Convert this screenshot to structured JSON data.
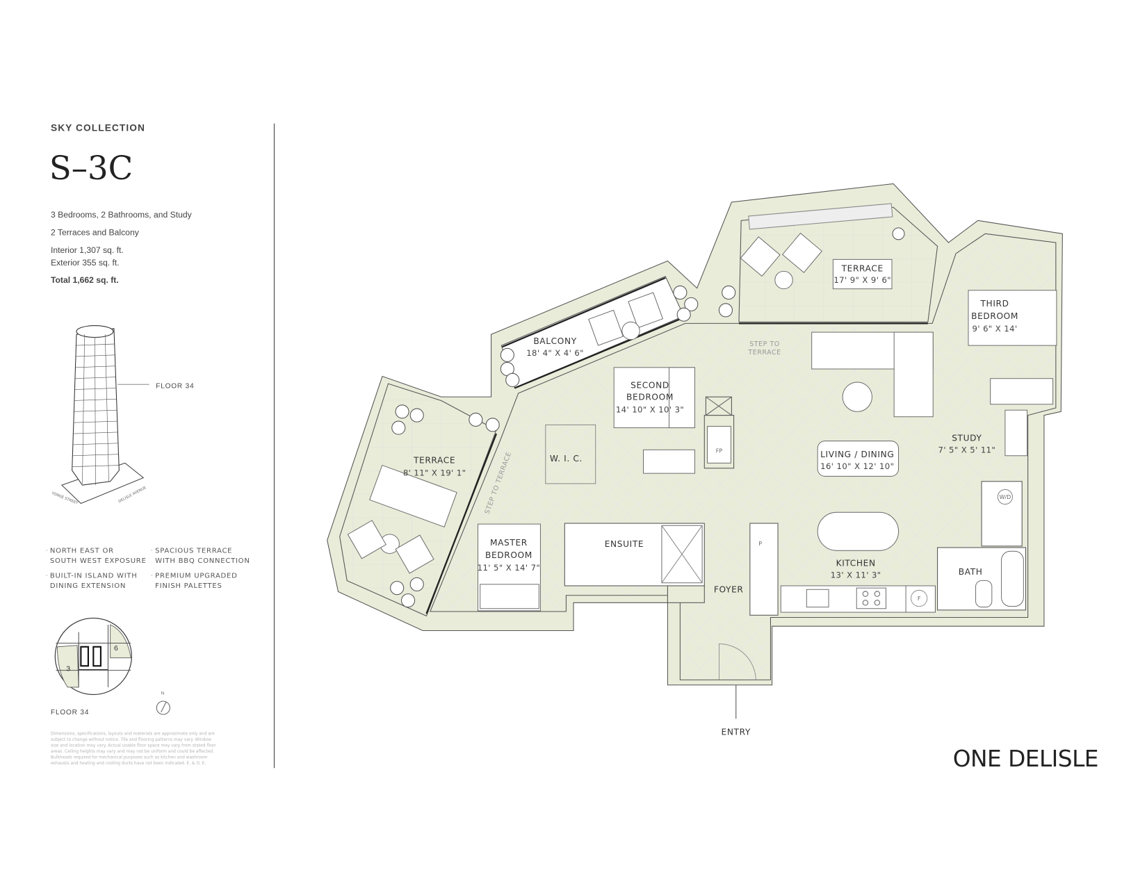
{
  "header": {
    "collection": "SKY COLLECTION",
    "suite": "S–3C"
  },
  "specs": {
    "rooms": "3 Bedrooms, 2 Bathrooms, and Study",
    "outdoor": "2 Terraces and Balcony",
    "interior": "Interior  1,307 sq. ft.",
    "exterior": "Exterior  355 sq. ft.",
    "total": "Total  1,662 sq. ft."
  },
  "building": {
    "floor_callout": "FLOOR 34",
    "street_1": "YONGE STREET",
    "street_2": "DELISLE AVENUE"
  },
  "features": [
    {
      "line1": "NORTH EAST OR",
      "line2": "SOUTH WEST EXPOSURE"
    },
    {
      "line1": "SPACIOUS TERRACE",
      "line2": "WITH BBQ CONNECTION"
    },
    {
      "line1": "BUILT-IN ISLAND WITH",
      "line2": "DINING EXTENSION"
    },
    {
      "line1": "PREMIUM UPGRADED",
      "line2": "FINISH PALETTES"
    }
  ],
  "keyplan": {
    "unit_a": "3",
    "unit_b": "6",
    "floor_label": "FLOOR 34",
    "north": "N"
  },
  "disclaimer": [
    "Dimensions, specifications, layouts and materials are approximate only and are",
    "subject to change without notice. Tile and flooring patterns may vary. Window",
    "size and location may vary. Actual usable floor space may vary from stated floor",
    "areas. Ceiling heights may vary and may not be uniform and could be affected.",
    "Bulkheads required for mechanical purposes such as kitchen and washroom",
    "exhausts and heating and cooling ducts have not been indicated. E. & O. E."
  ],
  "plan": {
    "balcony": {
      "name": "BALCONY",
      "dims": "18' 4\" X 4' 6\""
    },
    "terrace_north": {
      "name": "TERRACE",
      "dims": "17' 9\" X 9' 6\""
    },
    "third_bedroom": {
      "name1": "THIRD",
      "name2": "BEDROOM",
      "dims": "9' 6\" X 14'"
    },
    "second_bedroom": {
      "name1": "SECOND",
      "name2": "BEDROOM",
      "dims": "14' 10\" X 10' 3\""
    },
    "step_north": {
      "line1": "STEP TO",
      "line2": "TERRACE"
    },
    "terrace_west": {
      "name": "TERRACE",
      "dims": "8' 11\" X 19' 1\""
    },
    "step_west": "STEP TO TERRACE",
    "wic": {
      "name": "W. I. C."
    },
    "living": {
      "name": "LIVING / DINING",
      "dims": "16' 10\" X 12' 10\""
    },
    "study": {
      "name": "STUDY",
      "dims": "7' 5\" X 5' 11\""
    },
    "master": {
      "name1": "MASTER",
      "name2": "BEDROOM",
      "dims": "11' 5\" X 14' 7\""
    },
    "ensuite": {
      "name": "ENSUITE"
    },
    "kitchen": {
      "name": "KITCHEN",
      "dims": "13' X 11' 3\""
    },
    "bath": {
      "name": "BATH"
    },
    "foyer": {
      "name": "FOYER"
    },
    "entry": {
      "name": "ENTRY"
    },
    "fireplace_tag": "FP",
    "pantry_tag": "P",
    "laundry_tag": "W/D",
    "fridge_tag": "F"
  },
  "brand": "ONE DELISLE",
  "colors": {
    "wall_fill": "#e9ecd9",
    "line": "#555555",
    "text": "#333333"
  }
}
